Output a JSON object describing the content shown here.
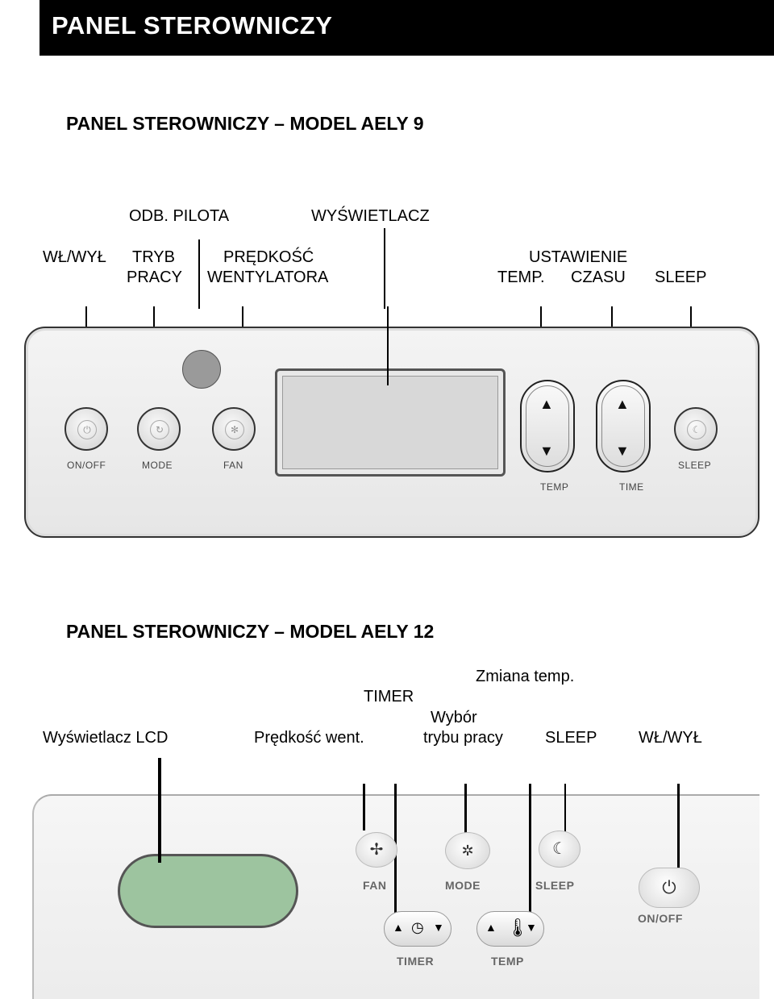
{
  "header": {
    "title": "PANEL STEROWNICZY"
  },
  "section1": {
    "heading": "PANEL STEROWNICZY – MODEL AELY 9",
    "callouts": {
      "remote_receiver": "ODB. PILOTA",
      "display": "WYŚWIETLACZ",
      "on_off": "WŁ/WYŁ",
      "mode_line1": "TRYB",
      "mode_line2": "PRACY",
      "fan_line1": "PRĘDKOŚĆ",
      "fan_line2": "WENTYLATORA",
      "setting": "USTAWIENIE",
      "temp": "TEMP.",
      "time": "CZASU",
      "sleep": "SLEEP"
    },
    "panel_labels": {
      "on_off": "ON/OFF",
      "mode": "MODE",
      "fan": "FAN",
      "temp": "TEMP",
      "time": "TIME",
      "sleep": "SLEEP"
    }
  },
  "section2": {
    "heading": "PANEL STEROWNICZY – MODEL AELY 12",
    "callouts": {
      "temp_change": "Zmiana temp.",
      "timer": "TIMER",
      "mode_line1": "Wybór",
      "mode_line2": "trybu pracy",
      "display": "Wyświetlacz LCD",
      "fan": "Prędkość went.",
      "sleep": "SLEEP",
      "on_off": "WŁ/WYŁ"
    },
    "panel_labels": {
      "fan": "FAN",
      "mode": "MODE",
      "sleep": "SLEEP",
      "on_off": "ON/OFF",
      "timer": "TIMER",
      "temp": "TEMP"
    }
  },
  "icons": [
    "power-icon",
    "mode-icon",
    "fan-icon",
    "sleep-icon",
    "arrow-up-icon",
    "arrow-down-icon",
    "clock-icon",
    "thermometer-icon"
  ],
  "colors": {
    "lcd_green": "#9dc49f",
    "title_bar": "#000000"
  }
}
